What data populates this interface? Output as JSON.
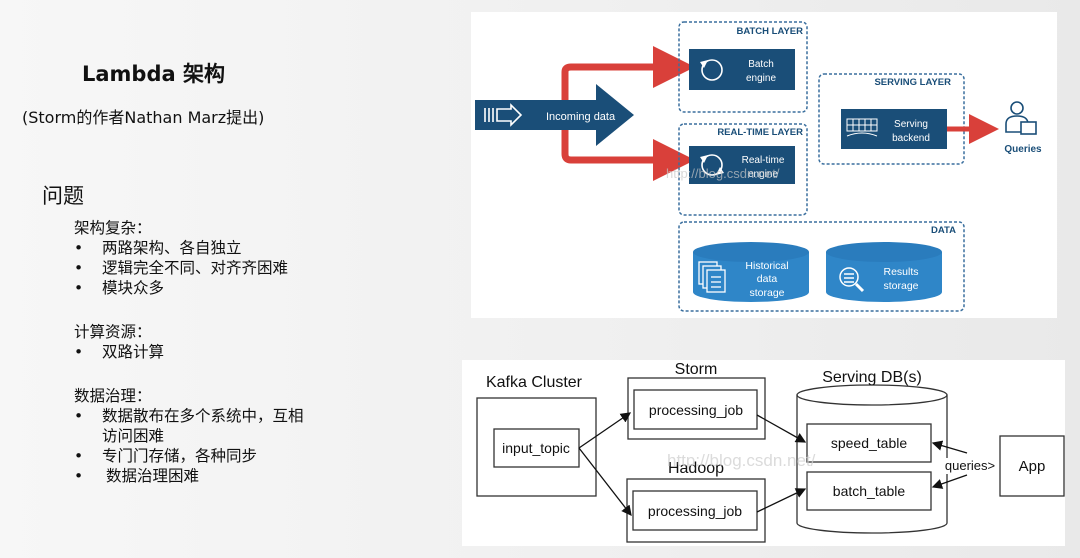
{
  "slide": {
    "title": "Lambda 架构",
    "subtitle": "(Storm的作者Nathan Marz提出)",
    "problems_heading": "问题",
    "sections": [
      {
        "heading": "架构复杂：",
        "items": [
          "两路架构、各自独立",
          "逻辑完全不同、对齐齐困难",
          "模块众多"
        ]
      },
      {
        "heading": "计算资源：",
        "items": [
          "双路计算"
        ]
      },
      {
        "heading": "数据治理：",
        "items": [
          "数据散布在多个系统中，互相",
          "访问困难",
          "专门门存储，各种同步",
          "数据治理困难"
        ]
      }
    ],
    "bullet": "•"
  },
  "top_diagram": {
    "incoming": "Incoming data",
    "batch_layer": "BATCH LAYER",
    "batch_engine": [
      "Batch",
      "engine"
    ],
    "realtime_layer": "REAL-TIME LAYER",
    "realtime_engine": [
      "Real-time",
      "engine"
    ],
    "serving_layer": "SERVING LAYER",
    "serving_backend": [
      "Serving",
      "backend"
    ],
    "queries": "Queries",
    "data_layer": "DATA",
    "historical": [
      "Historical",
      "data",
      "storage"
    ],
    "results": [
      "Results",
      "storage"
    ],
    "watermark": "http://blog.csdn.net/",
    "colors": {
      "navy": "#1a4e78",
      "blue": "#2f86c8",
      "red": "#d9403a",
      "dash": "#3a6f9e"
    }
  },
  "bottom_diagram": {
    "kafka": "Kafka Cluster",
    "input_topic": "input_topic",
    "storm": "Storm",
    "hadoop": "Hadoop",
    "processing_job": "processing_job",
    "serving_db": "Serving DB(s)",
    "speed_table": "speed_table",
    "batch_table": "batch_table",
    "queries": "queries>",
    "app": "App",
    "watermark": "http://blog.csdn.net/"
  }
}
